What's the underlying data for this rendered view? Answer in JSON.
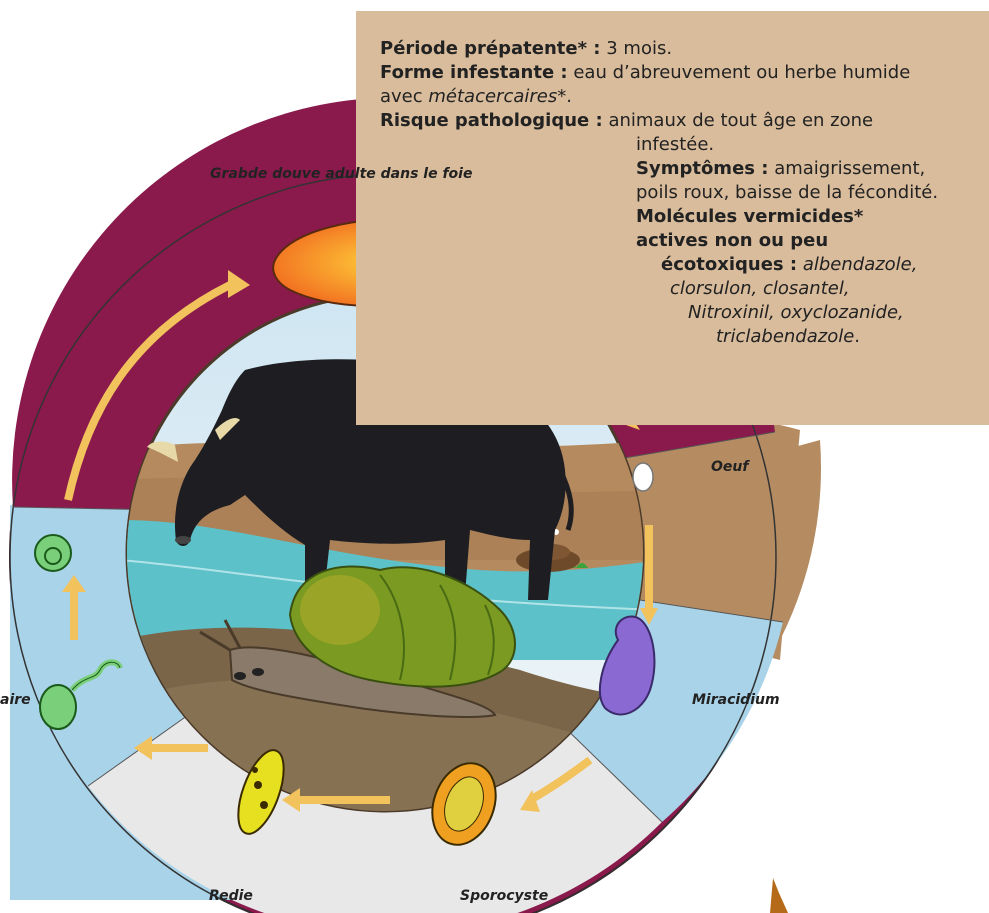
{
  "info": {
    "prepatent_label": "Période prépatente* :",
    "prepatent_value": "3 mois.",
    "infective_label": "Forme infestante :",
    "infective_value": "eau d’abreuvement ou herbe humide",
    "infective_value2": "avec",
    "infective_value2_italic": "métacercaires*",
    "infective_value2_end": ".",
    "risk_label": "Risque pathologique :",
    "risk_value": "animaux de tout âge en zone",
    "risk_value2": "infestée.",
    "symptoms_label": "Symptômes :",
    "symptoms_value": "amaigrissement,",
    "symptoms_value2": "poils roux, baisse de la fécondité.",
    "molecules_label1": "Molécules vermicides*",
    "molecules_label2": "actives non ou peu",
    "molecules_label3": "écotoxiques :",
    "molecules_value1": "albendazole,",
    "molecules_value2": "clorsulon, closantel,",
    "molecules_value3": "Nitroxinil, oxyclozanide,",
    "molecules_value4": "triclabendazole",
    "molecules_end": "."
  },
  "stages": {
    "adult": "Grabde douve adulte dans le foie",
    "egg": "Oeuf",
    "miracidium": "Miracidium",
    "sporocyst": "Sporocyste",
    "redia": "Redie",
    "cercaria": "aire"
  },
  "colors": {
    "infobox": "#d9bc9c",
    "host_segment": "#8a1a4c",
    "egg_segment": "#b58c62",
    "water_segment": "#a9d3e8",
    "snail_segment": "#e7e7e7",
    "arrow": "#f2c25c"
  }
}
